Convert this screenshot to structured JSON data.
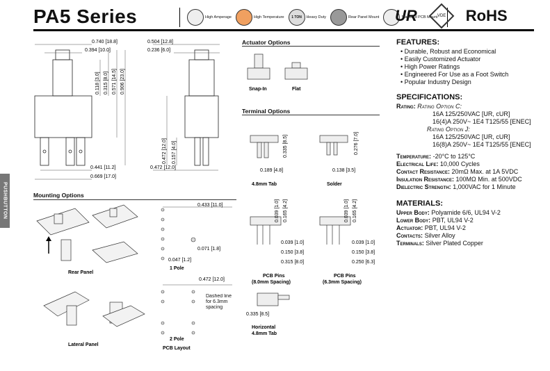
{
  "header": {
    "title": "PA5 Series",
    "icons": [
      {
        "name": "high-amperage-icon",
        "label": "High Amperage"
      },
      {
        "name": "high-temperature-icon",
        "label": "High Temperature"
      },
      {
        "name": "heavy-duty-icon",
        "label": "Heavy Duty",
        "badge": "1 TON"
      },
      {
        "name": "rear-panel-mount-icon",
        "label": "Rear Panel Mount"
      },
      {
        "name": "standard-pcb-mount-icon",
        "label": "Standard PCB Mount"
      }
    ],
    "certs": {
      "ul": "UR",
      "vde": "VDE",
      "rohs": "RoHS"
    }
  },
  "side_tab": "PUSHBUTTON",
  "dims_top": {
    "w1": "0.740 [18.8]",
    "w2": "0.394 [10.0]",
    "w3": "0.504 [12.8]",
    "w4": "0.236 [6.0]",
    "v1": "0.118 [3.0]",
    "v2": "0.315 [8.0]",
    "v3": "0.571 [14.5]",
    "v4": "0.906 [23.0]",
    "v5": "0.472 [12.0]",
    "v6": "0.157 [4.0]",
    "b1": "0.441 [11.2]",
    "b2": "0.669 [17.0]",
    "b3": "0.472 [12.0]"
  },
  "mounting": {
    "heading": "Mounting Options",
    "rear_panel": "Rear Panel",
    "lateral_panel": "Lateral Panel",
    "pcb_layout": "PCB Layout",
    "one_pole": "1 Pole",
    "two_pole": "2 Pole",
    "d1": "0.433 [11.0]",
    "d2": "0.071 [1.8]",
    "d3": "0.047 [1.2]",
    "d4": "0.472 [12.0]",
    "dashed_note": "Dashed line for 6.3mm spacing"
  },
  "actuator": {
    "heading": "Actuator Options",
    "snap_in": "Snap-In",
    "flat": "Flat"
  },
  "terminal": {
    "heading": "Terminal Options",
    "tab48": "4.8mm Tab",
    "solder": "Solder",
    "t1": "0.335 [8.5]",
    "t2": "0.189 [4.8]",
    "t3": "0.276 [7.0]",
    "t4": "0.138 [3.5]",
    "p1": "0.039 [1.0]",
    "p2": "0.165 [4.2]",
    "p3": "0.039 [1.0]",
    "p4": "0.150 [3.8]",
    "p5": "0.315 [8.0]",
    "q1": "0.039 [1.0]",
    "q2": "0.165 [4.2]",
    "q3": "0.039 [1.0]",
    "q4": "0.150 [3.8]",
    "q5": "0.250 [6.3]",
    "pcb8": "PCB Pins",
    "pcb8_sub": "(8.0mm Spacing)",
    "pcb63": "PCB Pins",
    "pcb63_sub": "(6.3mm Spacing)",
    "h1": "0.335 [8.5]",
    "horizontal": "Horizontal",
    "horizontal_sub": "4.8mm Tab"
  },
  "features": {
    "heading": "FEATURES:",
    "items": [
      "Durable, Robust and Economical",
      "Easily Customized Actuator",
      "High Power Ratings",
      "Engineered For Use as a Foot Switch",
      "Popular Industry Design"
    ]
  },
  "specifications": {
    "heading": "SPECIFICATIONS:",
    "rating_label": "Rating:",
    "option_c": "Rating Option C:",
    "c1": "16A 125/250VAC [UR, cUR]",
    "c2": "16(4)A 250V~ 1E4 T125/55 [ENEC]",
    "option_j": "Rating Option J:",
    "j1": "16A 125/250VAC [UR, cUR]",
    "j2": "16(8)A 250V~ 1E4 T125/55 [ENEC]",
    "rows": [
      {
        "label": "Temperature:",
        "value": "-20°C to 125°C"
      },
      {
        "label": "Electrical Life:",
        "value": "10,000 Cycles"
      },
      {
        "label": "Contact Resistance:",
        "value": "20mΩ Max. at 1A 5VDC"
      },
      {
        "label": "Insulation Resistance:",
        "value": "100MΩ Min. at 500VDC"
      },
      {
        "label": "Dielectric Strength:",
        "value": "1,000VAC for 1 Minute"
      }
    ]
  },
  "materials": {
    "heading": "MATERIALS:",
    "rows": [
      {
        "label": "Upper Body:",
        "value": "Polyamide 6/6, UL94 V-2"
      },
      {
        "label": "Lower Body:",
        "value": "PBT, UL94 V-2"
      },
      {
        "label": "Actuator:",
        "value": "PBT, UL94 V-2"
      },
      {
        "label": "Contacts:",
        "value": "Silver Alloy"
      },
      {
        "label": "Terminals:",
        "value": "Silver Plated Copper"
      }
    ]
  }
}
